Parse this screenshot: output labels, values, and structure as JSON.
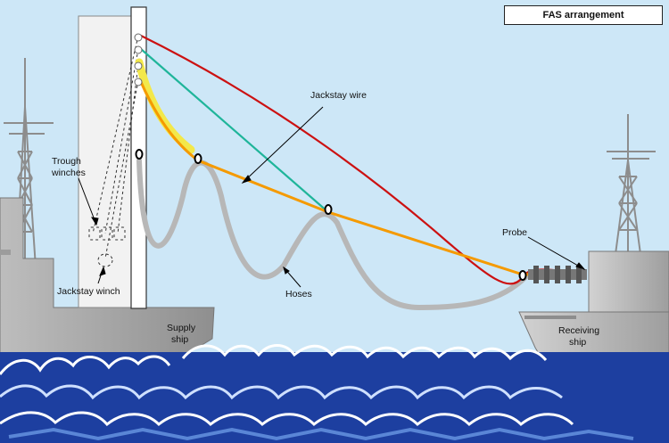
{
  "title": "FAS arrangement",
  "labels": {
    "trough_winches_line1": "Trough",
    "trough_winches_line2": "winches",
    "jackstay_winch": "Jackstay winch",
    "jackstay_wire": "Jackstay wire",
    "hoses": "Hoses",
    "probe": "Probe",
    "supply_ship_line1": "Supply",
    "supply_ship_line2": "ship",
    "receiving_ship_line1": "Receiving",
    "receiving_ship_line2": "ship"
  },
  "colors": {
    "sky": "#cde7f7",
    "sea_dark": "#1d3fa0",
    "sea_light": "#5a86d6",
    "ship_gray": "#a9a9a9",
    "jackstay_orange": "#f59a00",
    "wire_red": "#cc1111",
    "wire_teal": "#1fb59a",
    "hose_gray": "#b7b7b7",
    "trough_yellow": "#f3e84a"
  }
}
